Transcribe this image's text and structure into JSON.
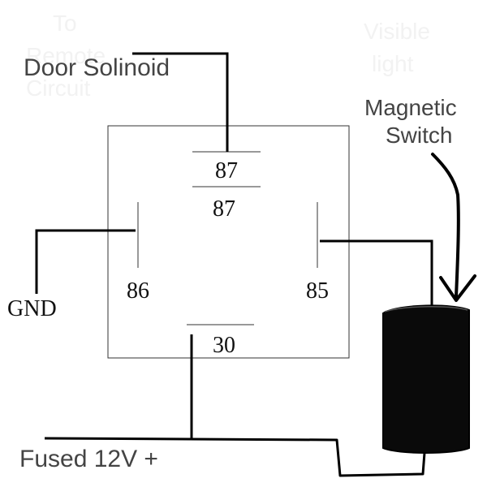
{
  "labels": {
    "door_solenoid": "Door Solinoid",
    "magnetic_switch_line1": "Magnetic",
    "magnetic_switch_line2": "Switch",
    "gnd": "GND",
    "fused_12v": "Fused 12V +"
  },
  "relay": {
    "pin_87_top": "87",
    "pin_87_bottom": "87",
    "pin_86": "86",
    "pin_85": "85",
    "pin_30": "30"
  },
  "ghost_text": {
    "top_left_line1": "To",
    "top_left_line2": "Remote",
    "top_left_line3": "Circuit",
    "top_right_line1": "Visible",
    "top_right_line2": "light"
  },
  "colors": {
    "wire": "#000000",
    "relay_box": "#333333",
    "switch_body": "#0a0a0a"
  },
  "icons": {
    "magnetic_switch": "magnetic-switch-icon",
    "arrow": "down-arrow-icon"
  }
}
